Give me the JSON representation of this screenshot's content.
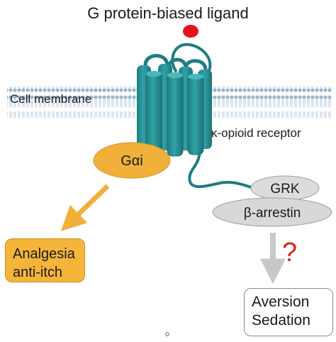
{
  "title": "G protein-biased ligand",
  "membrane_label": "Cell membrane",
  "receptor_label": "κ-opioid receptor",
  "nodes": {
    "g_protein": "Gαi",
    "grk": "GRK",
    "beta_arrestin": "β-arrestin",
    "question_mark": "?"
  },
  "outcomes": {
    "analgesia": [
      "Analgesia",
      "anti-itch"
    ],
    "aversion": [
      "Aversion",
      "Sedation"
    ]
  },
  "colors": {
    "receptor": "#2a8f93",
    "g_protein": "#f0b03a",
    "ligand": "#e3121b",
    "arrestin": "#d8d8d8",
    "question": "#d7261e"
  },
  "icons": {
    "ligand": "red-dot-icon",
    "receptor": "seven-transmembrane-receptor-icon"
  }
}
